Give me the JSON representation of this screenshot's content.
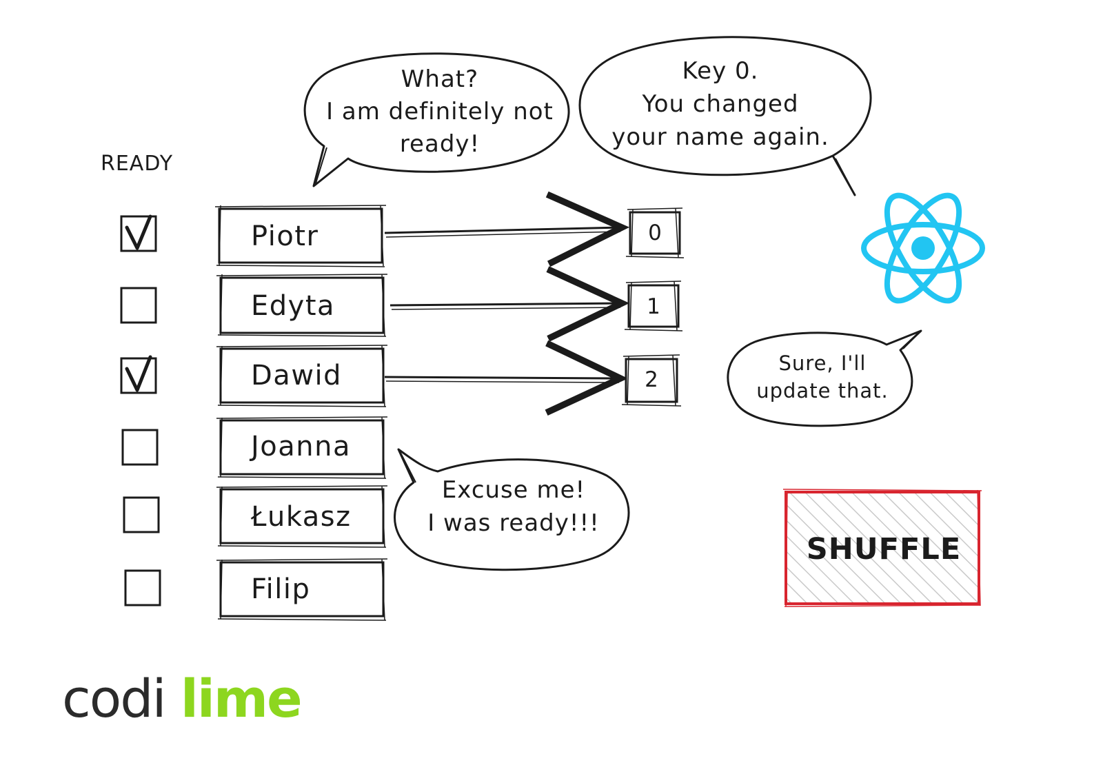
{
  "ready_header": "READY",
  "people": [
    {
      "name": "Piotr",
      "ready": true,
      "key": "0"
    },
    {
      "name": "Edyta",
      "ready": false,
      "key": "1"
    },
    {
      "name": "Dawid",
      "ready": true,
      "key": "2"
    },
    {
      "name": "Joanna",
      "ready": false,
      "key": ""
    },
    {
      "name": "Łukasz",
      "ready": false,
      "key": ""
    },
    {
      "name": "Filip",
      "ready": false,
      "key": ""
    }
  ],
  "bubbles": {
    "piotr_complaint": [
      "What?",
      "I am definitely not",
      "ready!"
    ],
    "key_notice": [
      "Key 0.",
      "You changed",
      "your name again."
    ],
    "update_reply": [
      "Sure, I'll",
      "update that."
    ],
    "lukasz_complaint": [
      "Excuse me!",
      "I was ready!!!"
    ]
  },
  "shuffle_label": "SHUFFLE",
  "logo": {
    "part1": "codi",
    "part2": "lime"
  },
  "colors": {
    "ink": "#1b1b1b",
    "react": "#22c5f2",
    "shuffle_border": "#d8252f",
    "logo_lime": "#8dd61f",
    "logo_dark": "#2b2b2b"
  },
  "icons": {
    "react_logo": "react-atom-icon",
    "checked": "checkmark-icon"
  }
}
